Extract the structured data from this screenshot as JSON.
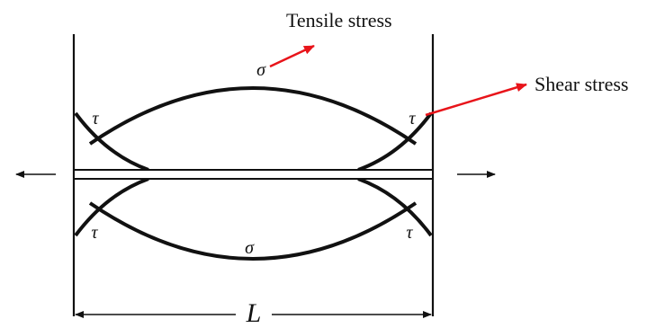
{
  "labels": {
    "tensile_stress": "Tensile stress",
    "shear_stress": "Shear stress",
    "sigma_top": "σ",
    "sigma_bottom": "σ",
    "tau_top_left": "τ",
    "tau_top_right": "τ",
    "tau_bottom_left": "τ",
    "tau_bottom_right": "τ",
    "length": "L"
  },
  "colors": {
    "line": "#111111",
    "callout_arrow": "#e8141a",
    "bar_fill": "#ffffff"
  }
}
